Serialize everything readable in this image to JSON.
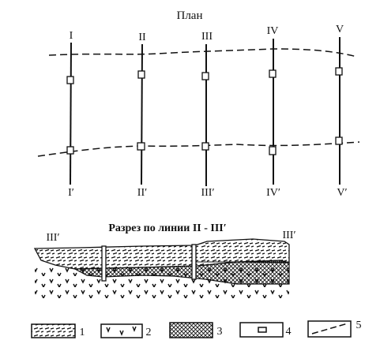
{
  "plan": {
    "title": "План",
    "lines": [
      {
        "top": "I",
        "bottom": "I′"
      },
      {
        "top": "II",
        "bottom": "II′"
      },
      {
        "top": "III",
        "bottom": "III′"
      },
      {
        "top": "IV",
        "bottom": "IV′"
      },
      {
        "top": "V",
        "bottom": "V′"
      }
    ]
  },
  "section": {
    "title": "Разрез по линии II - III′",
    "left_label": "III′",
    "right_label": "III′"
  },
  "legend": [
    {
      "num": "1",
      "pattern": "clay-hatch"
    },
    {
      "num": "2",
      "pattern": "v-marks"
    },
    {
      "num": "3",
      "pattern": "cross-hatch"
    },
    {
      "num": "4",
      "pattern": "small-rectangle"
    },
    {
      "num": "5",
      "pattern": "dashed-line"
    }
  ]
}
